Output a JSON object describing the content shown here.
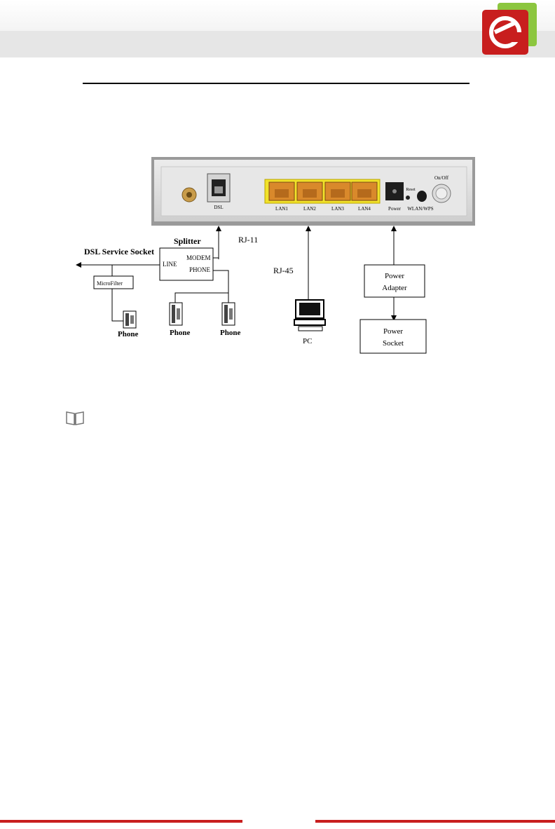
{
  "diagram": {
    "port_labels": {
      "dsl": "DSL",
      "lan1": "LAN1",
      "lan2": "LAN2",
      "lan3": "LAN3",
      "lan4": "LAN4",
      "power": "Power",
      "reset": "Reset",
      "wlan_wps": "WLAN/WPS",
      "on_off": "On/Off"
    },
    "labels": {
      "rj11": "RJ-11",
      "rj45": "RJ-45",
      "splitter": "Splitter",
      "modem": "MODEM",
      "line": "LINE",
      "phone_port": "PHONE",
      "dsl_service_socket": "DSL Service Socket",
      "microfilter": "MicroFilter",
      "phone1": "Phone",
      "phone2": "Phone",
      "phone3": "Phone",
      "pc": "PC",
      "power_adapter_line1": "Power",
      "power_adapter_line2": "Adapter",
      "power_socket_line1": "Power",
      "power_socket_line2": "Socket"
    }
  },
  "colors": {
    "brand_red": "#c81e1e",
    "logo_green": "#8cc63f",
    "lan_yellow": "#f2e22a",
    "lan_orange": "#d9892b"
  },
  "icons": {
    "logo": "edimax-logo-icon",
    "note": "book-note-icon"
  }
}
